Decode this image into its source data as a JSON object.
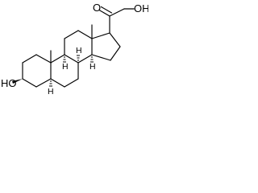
{
  "structure": {
    "atoms": {
      "ketone_oxygen": "O",
      "terminal_hydroxyl": "OH",
      "ring_a_hydroxyl": "HO",
      "h8": "H",
      "h9": "H",
      "h14": "H",
      "h5": "H"
    }
  }
}
